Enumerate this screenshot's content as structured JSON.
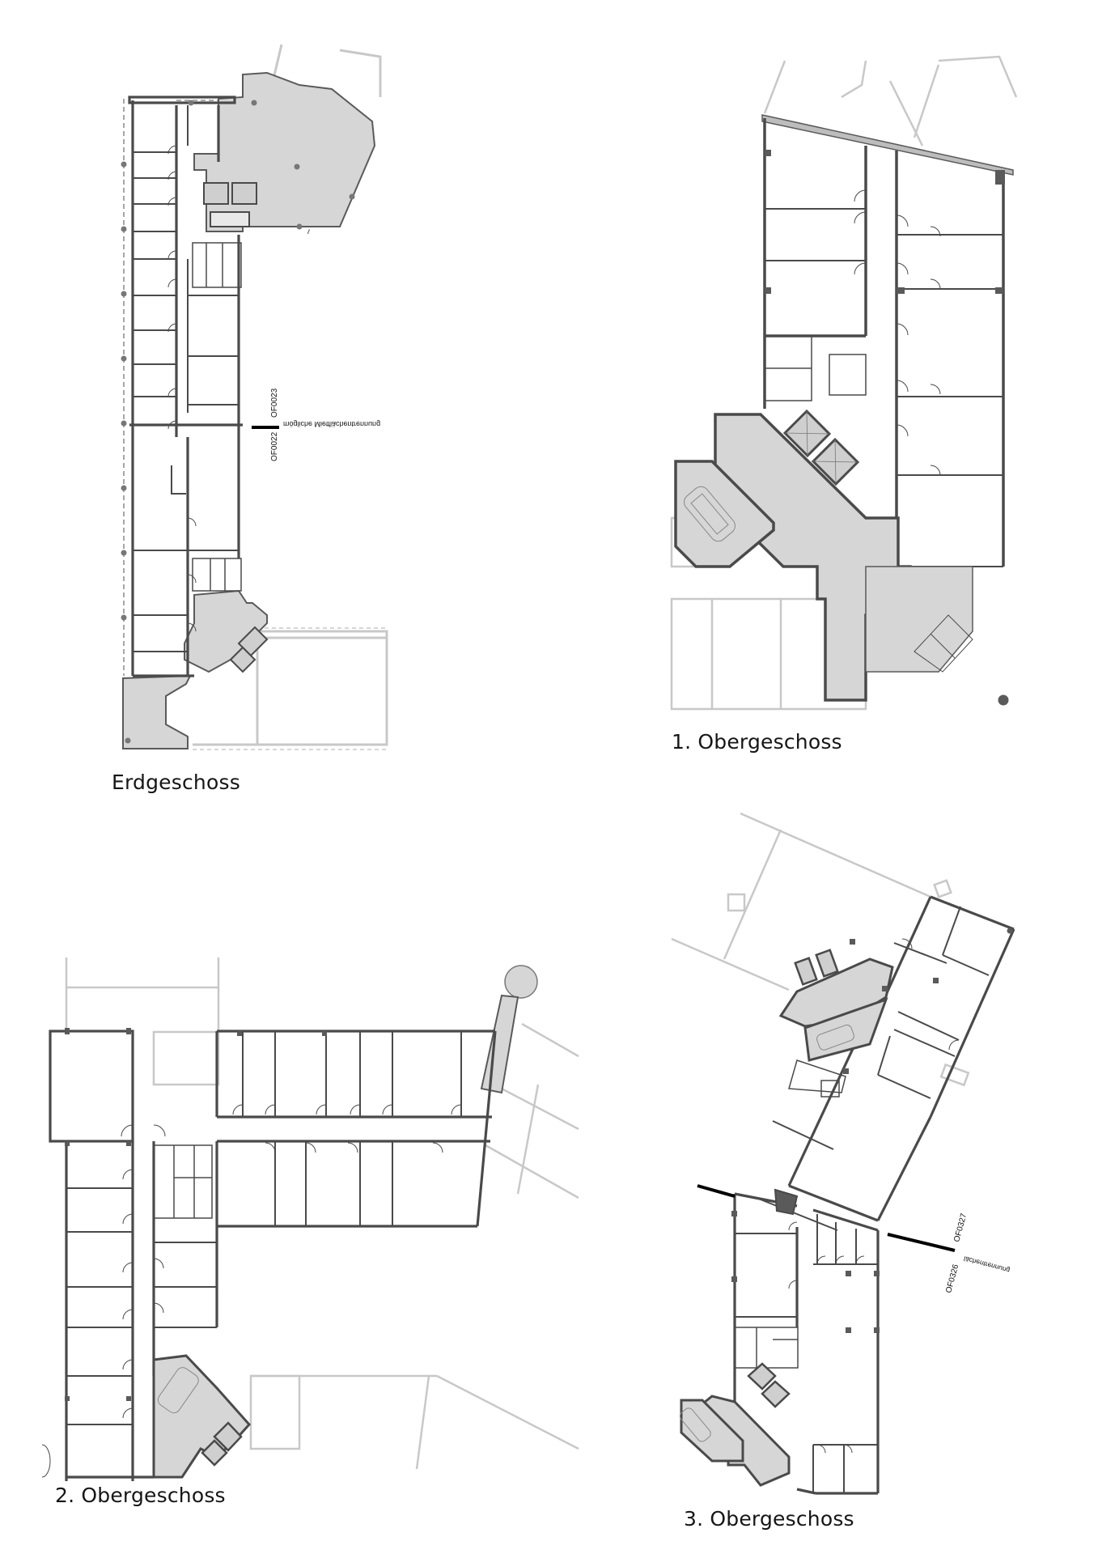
{
  "sheet": {
    "floors": [
      {
        "id": "eg",
        "caption": "Erdgeschoss"
      },
      {
        "id": "og1",
        "caption": "1. Obergeschoss"
      },
      {
        "id": "og2",
        "caption": "2. Obergeschoss"
      },
      {
        "id": "og3",
        "caption": "3. Obergeschoss"
      }
    ],
    "eg_division": {
      "unit_above": "OF0023",
      "unit_below": "OF0022",
      "note": "mögliche Mietflächentrennung"
    },
    "og3_division": {
      "unit_above": "OF0327",
      "unit_below": "OF0326",
      "note": "lächentrennung"
    },
    "colors": {
      "wall": "#5a5a5a",
      "wall_dark": "#3c3c3c",
      "core_fill": "#d6d6d6",
      "context_line": "#c8c8c8",
      "division_line": "#000000"
    }
  }
}
